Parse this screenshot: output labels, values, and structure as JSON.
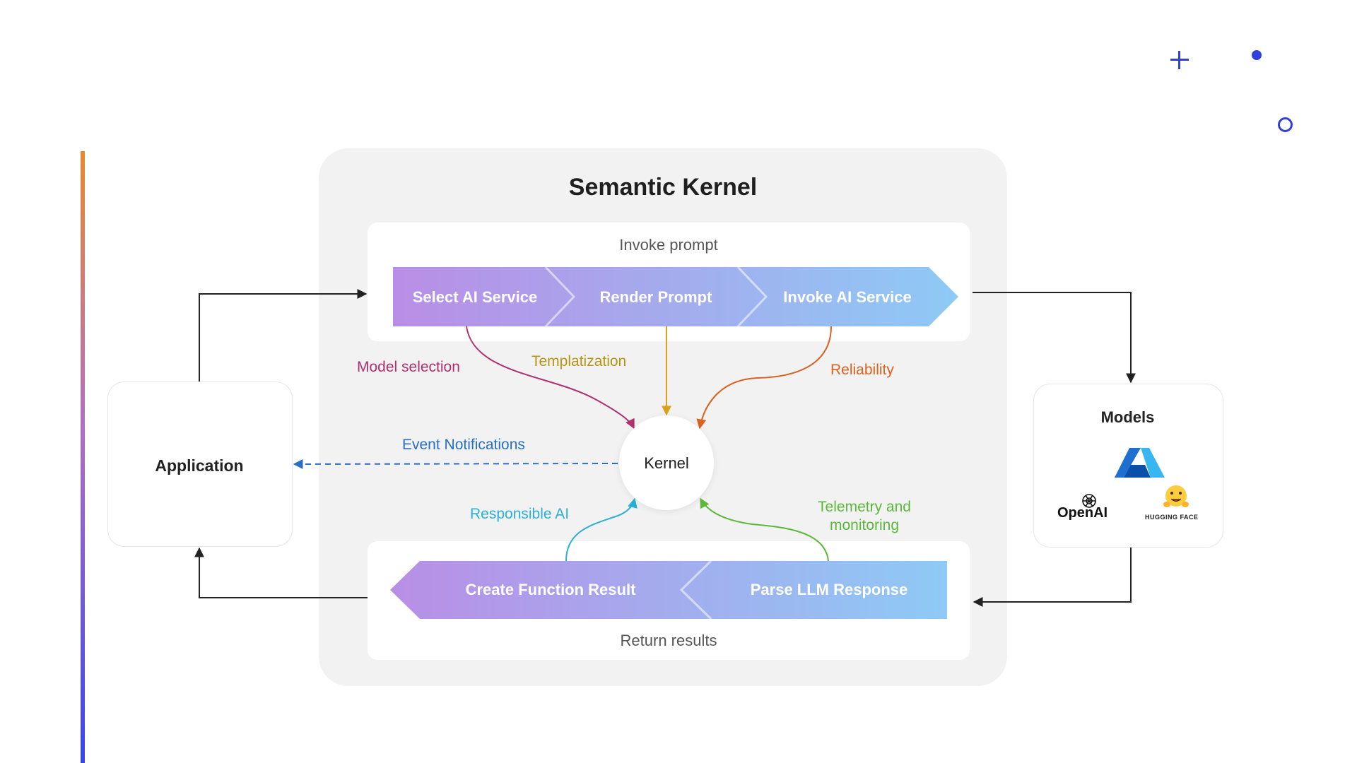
{
  "diagram": {
    "title": "Semantic Kernel",
    "invoke_prompt_label": "Invoke prompt",
    "return_results_label": "Return results",
    "invoke_steps": [
      "Select AI Service",
      "Render Prompt",
      "Invoke AI Service"
    ],
    "return_steps": [
      "Create Function Result",
      "Parse LLM Response"
    ],
    "kernel_label": "Kernel",
    "application_label": "Application",
    "models_label": "Models",
    "edge_labels": {
      "model_selection": "Model selection",
      "templatization": "Templatization",
      "reliability": "Reliability",
      "event_notifications": "Event Notifications",
      "responsible_ai": "Responsible AI",
      "telemetry_line1": "Telemetry and",
      "telemetry_line2": "monitoring"
    },
    "model_logos": {
      "openai": "OpenAI",
      "hugging_face": "HUGGING FACE",
      "azure_icon": "azure-icon"
    },
    "colors": {
      "model_selection": "#b0306f",
      "templatization": "#b89412",
      "reliability": "#d9621c",
      "event_notifications": "#2a6fc7",
      "responsible_ai": "#2bb0d6",
      "telemetry": "#5bb83a",
      "gradient_start": "#b98ee6",
      "gradient_end": "#8ecaf5"
    }
  }
}
